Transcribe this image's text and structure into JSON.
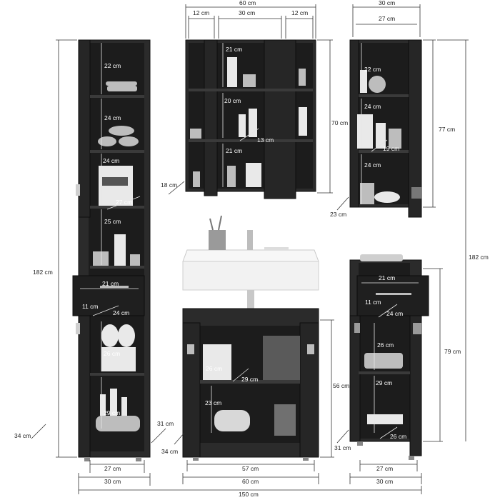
{
  "colors": {
    "cabinet": "#2b2b2b",
    "cabinet_dark": "#1c1c1c",
    "dimension_line": "#333333",
    "background": "#ffffff",
    "sink": "#f2f2f2"
  },
  "tall_cabinet": {
    "height": "182 cm",
    "depth_bottom": "34 cm",
    "width_inner": "27 cm",
    "width_outer": "30 cm",
    "shelves": [
      "22 cm",
      "24 cm",
      "24 cm",
      "25 cm"
    ],
    "shelf_depth": "27 cm",
    "drawer_width": "21 cm",
    "drawer_height": "11 cm",
    "drawer_depth": "24 cm",
    "lower_shelves": [
      "26 cm",
      "29 cm"
    ],
    "foot_depth": "31 cm"
  },
  "mirror_cabinet": {
    "width_total": "60 cm",
    "width_left": "12 cm",
    "width_middle": "30 cm",
    "width_right": "12 cm",
    "height": "70 cm",
    "shelves": [
      "21 cm",
      "20 cm",
      "21 cm"
    ],
    "shelf_depth": "13 cm",
    "depth": "18 cm"
  },
  "wall_cabinet": {
    "width_outer": "30 cm",
    "width_inner": "27 cm",
    "height": "77 cm",
    "shelves": [
      "22 cm",
      "24 cm",
      "24 cm"
    ],
    "shelf_depth": "19 cm",
    "depth": "23 cm"
  },
  "vanity": {
    "height": "56 cm",
    "shelf_left": "26 cm",
    "shelf_depth": "29 cm",
    "lower_shelf": "23 cm",
    "width_inner": "57 cm",
    "width_outer": "60 cm",
    "depth": "34 cm"
  },
  "small_cabinet": {
    "height": "79 cm",
    "total_height": "182 cm",
    "drawer_width": "21 cm",
    "drawer_height": "11 cm",
    "drawer_depth": "24 cm",
    "shelves": [
      "26 cm",
      "29 cm"
    ],
    "shelf_depth": "26 cm",
    "depth": "31 cm",
    "width_inner": "27 cm",
    "width_outer": "30 cm"
  },
  "overall_width": "150 cm"
}
